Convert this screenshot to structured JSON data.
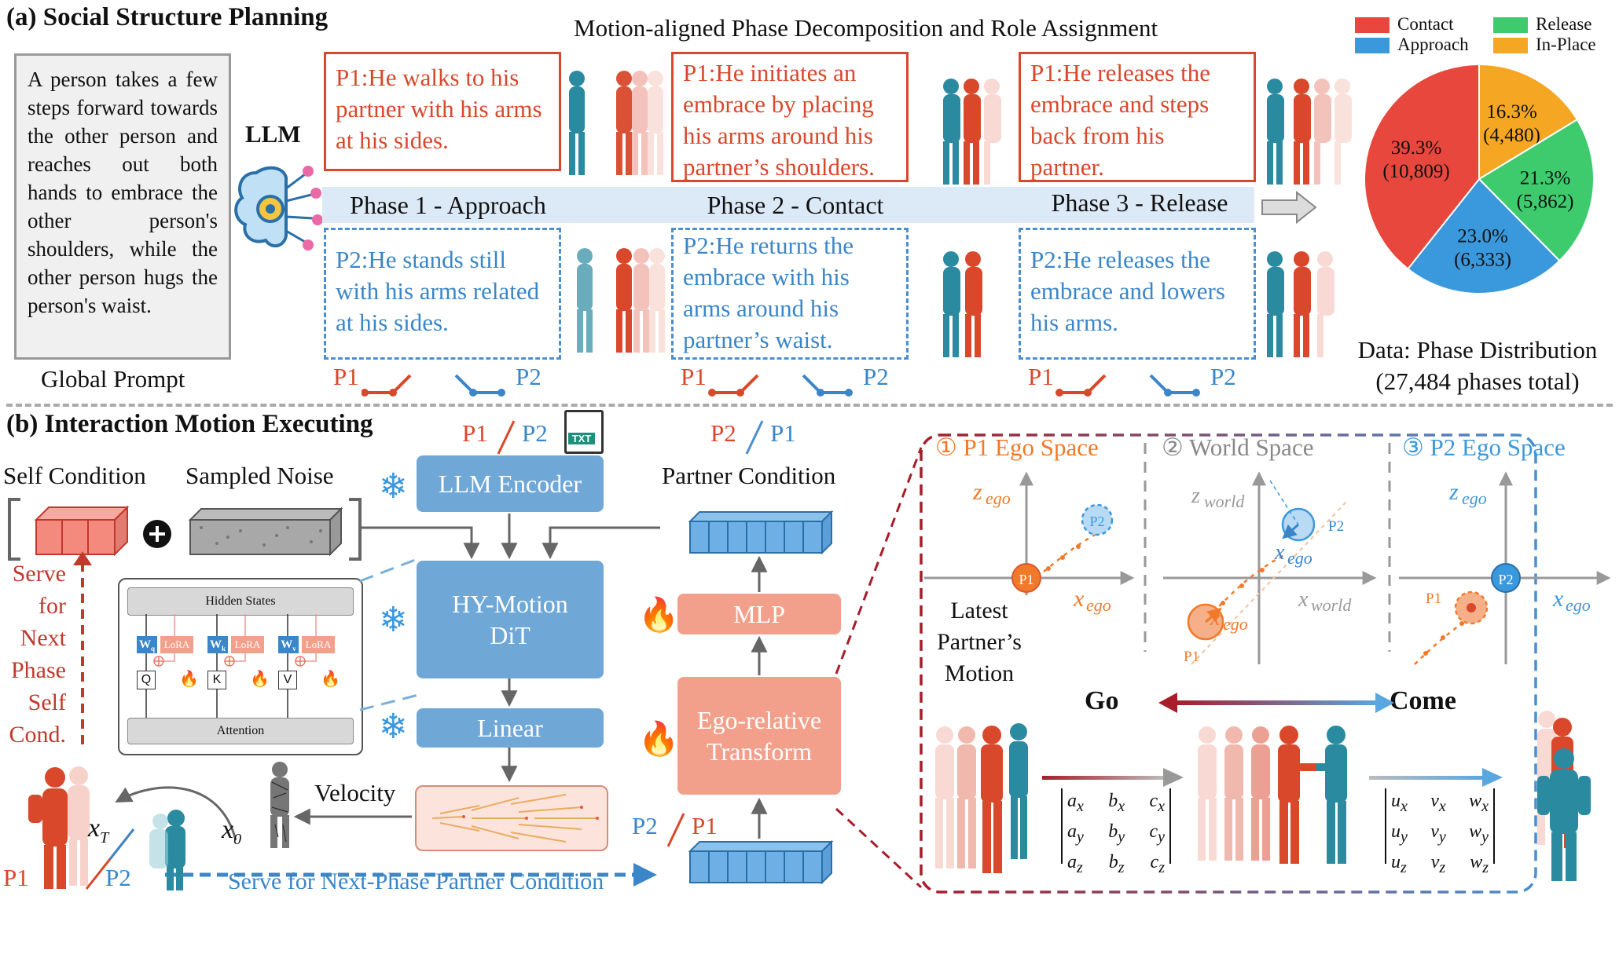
{
  "section_a": {
    "title": "(a) Social Structure Planning",
    "subtitle": "Motion-aligned Phase Decomposition and Role Assignment",
    "llm_label": "LLM",
    "global_prompt_text": "A person takes a few steps forward towards the other person and reaches out both hands to embrace the other person's shoulders, while the other person hugs the person's waist.",
    "global_prompt_caption": "Global Prompt",
    "phases": [
      {
        "label": "Phase 1 - Approach",
        "p1": "P1:He walks to his partner with his arms at his sides.",
        "p2": "P2:He stands still with his arms related at his sides."
      },
      {
        "label": "Phase 2 - Contact",
        "p1": "P1:He initiates an embrace by placing his arms around his partner’s shoulders.",
        "p2": "P2:He returns the embrace with his arms around his partner’s waist."
      },
      {
        "label": "Phase 3 - Release",
        "p1": "P1:He releases the embrace and steps back from his partner.",
        "p2": "P2:He releases the embrace and lowers his arms."
      }
    ],
    "p1_tag": "P1",
    "p2_tag": "P2"
  },
  "pie": {
    "legend": [
      {
        "name": "Contact",
        "color": "#e8473d"
      },
      {
        "name": "Release",
        "color": "#3ecb6e"
      },
      {
        "name": "Approach",
        "color": "#3a98dc"
      },
      {
        "name": "In-Place",
        "color": "#f5a623"
      }
    ],
    "caption_line1": "Data: Phase Distribution",
    "caption_line2": "(27,484 phases total)"
  },
  "chart_data": {
    "type": "pie",
    "title": "Data: Phase Distribution",
    "slices": [
      {
        "name": "In-Place",
        "percent": 16.3,
        "count": "4,480",
        "pct_label": "16.3%",
        "count_label": "(4,480)",
        "color": "#f5a623"
      },
      {
        "name": "Release",
        "percent": 21.3,
        "count": "5,862",
        "pct_label": "21.3%",
        "count_label": "(5,862)",
        "color": "#3ecb6e"
      },
      {
        "name": "Approach",
        "percent": 23.0,
        "count": "6,333",
        "pct_label": "23.0%",
        "count_label": "(6,333)",
        "color": "#3a98dc"
      },
      {
        "name": "Contact",
        "percent": 39.3,
        "count": "10,809",
        "pct_label": "39.3%",
        "count_label": "(10,809)",
        "color": "#e8473d"
      }
    ],
    "total": "27,484"
  },
  "section_b": {
    "title": "(b) Interaction Motion Executing",
    "self_condition": "Self Condition",
    "sampled_noise": "Sampled Noise",
    "partner_condition": "Partner Condition",
    "llm_encoder": "LLM Encoder",
    "dit_line1": "HY-Motion",
    "dit_line2": "DiT",
    "linear": "Linear",
    "mlp": "MLP",
    "ego_line1": "Ego-relative",
    "ego_line2": "Transform",
    "velocity": "Velocity",
    "txt_icon": "TXT",
    "hidden_states": "Hidden States",
    "attention": "Attention",
    "lora": "LoRA",
    "wq": "W",
    "q": "Q",
    "k": "K",
    "v": "V",
    "serve_self": [
      "Serve",
      "for",
      "Next",
      "Phase",
      "Self",
      "Cond."
    ],
    "serve_partner": "Serve for Next-Phase Partner Condition",
    "xT": "x",
    "x0": "x",
    "p1": "P1",
    "p2": "P2"
  },
  "ego_panel": {
    "space1": "① P1 Ego Space",
    "space2": "② World Space",
    "space3": "③ P2 Ego Space",
    "latest": [
      "Latest",
      "Partner’s",
      "Motion"
    ],
    "go": "Go",
    "come": "Come",
    "matrix_a": [
      [
        "a",
        "b",
        "c"
      ],
      [
        "a",
        "b",
        "c"
      ],
      [
        "a",
        "b",
        "c"
      ]
    ],
    "matrix_u": [
      [
        "u",
        "v",
        "w"
      ],
      [
        "u",
        "v",
        "w"
      ],
      [
        "u",
        "v",
        "w"
      ]
    ]
  }
}
